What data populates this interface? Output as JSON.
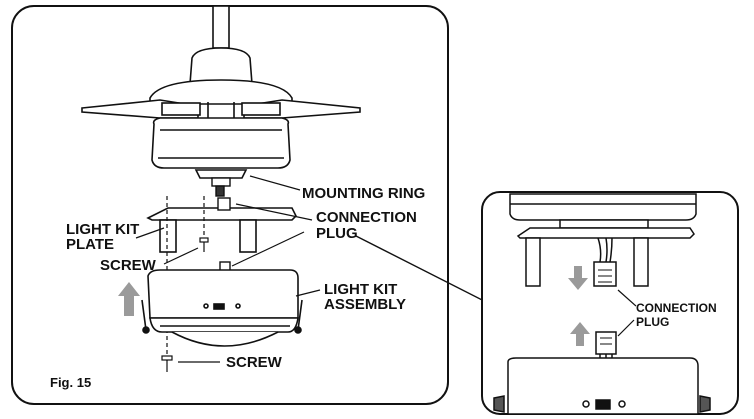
{
  "figure": {
    "caption": "Fig. 15"
  },
  "labels": {
    "mounting_ring": "MOUNTING RING",
    "connection_plug_line1": "CONNECTION",
    "connection_plug_line2": "PLUG",
    "light_kit_plate_line1": "LIGHT KIT",
    "light_kit_plate_line2": "PLATE",
    "screw_upper": "SCREW",
    "light_kit_assembly_line1": "LIGHT KIT",
    "light_kit_assembly_line2": "ASSEMBLY",
    "screw_lower": "SCREW"
  },
  "inset": {
    "connection_plug_line1": "CONNECTION",
    "connection_plug_line2": "PLUG"
  },
  "colors": {
    "line": "#111111",
    "arrow_fill": "#9a9a9a",
    "background": "#ffffff"
  }
}
